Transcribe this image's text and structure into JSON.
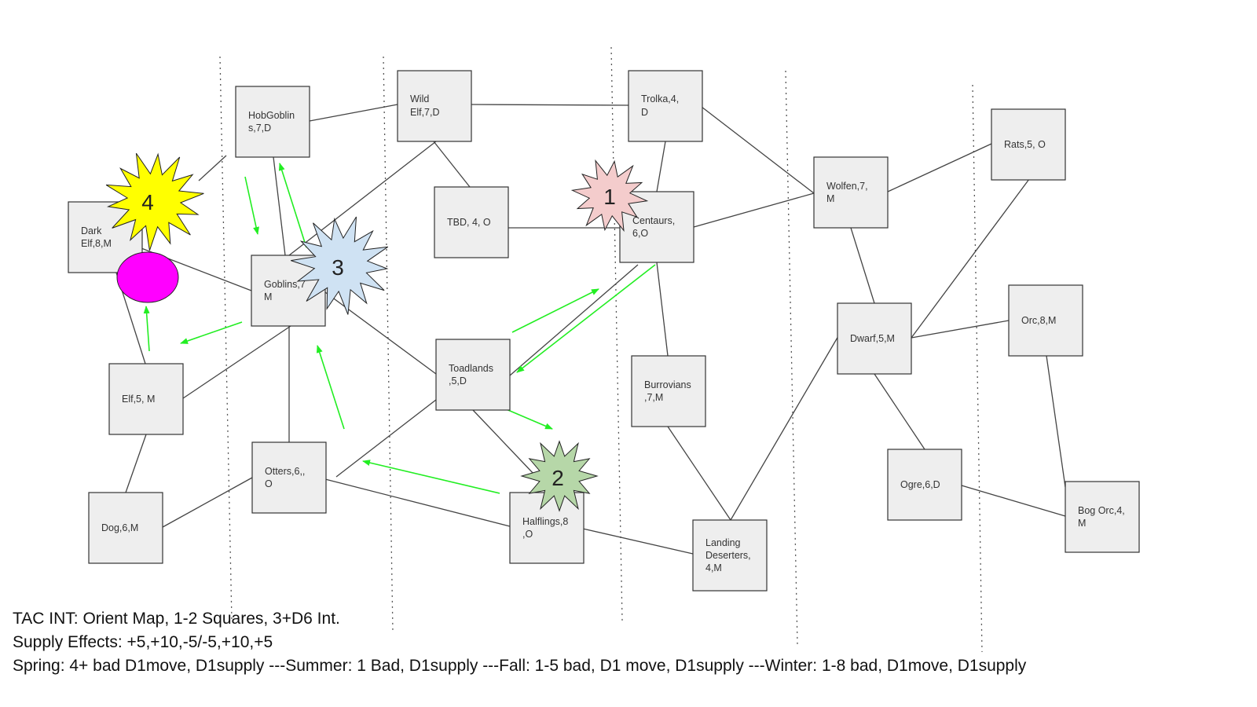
{
  "nodes": {
    "hobgoblins": {
      "line1": "HobGoblin",
      "line2": "s,7,D"
    },
    "wild_elf": {
      "line1": "Wild",
      "line2": "Elf,7,D"
    },
    "trolka": {
      "line1": "Trolka,4,",
      "line2": "D"
    },
    "rats": {
      "line1": "Rats,5, O"
    },
    "dark_elf": {
      "line1": "Dark",
      "line2": "Elf,8,M"
    },
    "tbd": {
      "line1": "TBD, 4, O"
    },
    "centaurs": {
      "line1": "Centaurs,",
      "line2": "6,O"
    },
    "wolfen": {
      "line1": "Wolfen,7,",
      "line2": "M"
    },
    "goblins": {
      "line1": "Goblins,7",
      "line2": "M"
    },
    "orc": {
      "line1": "Orc,8,M"
    },
    "dwarf": {
      "line1": "Dwarf,5,M"
    },
    "toadlands": {
      "line1": "Toadlands",
      "line2": ",5,D"
    },
    "elf": {
      "line1": "Elf,5, M"
    },
    "burrovians": {
      "line1": "Burrovians",
      "line2": ",7,M"
    },
    "otters": {
      "line1": "Otters,6,,",
      "line2": "O"
    },
    "ogre": {
      "line1": "Ogre,6,D"
    },
    "halflings": {
      "line1": "Halflings,8",
      "line2": ",O"
    },
    "bog_orc": {
      "line1": "Bog Orc,4,",
      "line2": "M"
    },
    "dog": {
      "line1": "Dog,6,M"
    },
    "landing_deserters": {
      "line1": "Landing",
      "line2": "Deserters,",
      "line3": "4,M"
    }
  },
  "markers": {
    "burst_1": {
      "label": "1",
      "color": "#f4cccc"
    },
    "burst_2": {
      "label": "2",
      "color": "#b6d7a8"
    },
    "burst_3": {
      "label": "3",
      "color": "#cfe2f3"
    },
    "burst_4": {
      "label": "4",
      "color": "#ffff00"
    },
    "magenta_circle": {
      "color": "#ff00ff"
    }
  },
  "colors": {
    "move_arrow": "#22ee22",
    "node_fill": "#eeeeee",
    "edge": "#444444"
  },
  "notes": {
    "line1": "TAC INT: Orient Map, 1-2 Squares, 3+D6 Int.",
    "line2": "Supply Effects: +5,+10,-5/-5,+10,+5",
    "line3": "Spring: 4+ bad D1move, D1supply ---Summer: 1 Bad, D1supply ---Fall: 1-5  bad, D1 move, D1supply ---Winter: 1-8 bad, D1move, D1supply"
  }
}
